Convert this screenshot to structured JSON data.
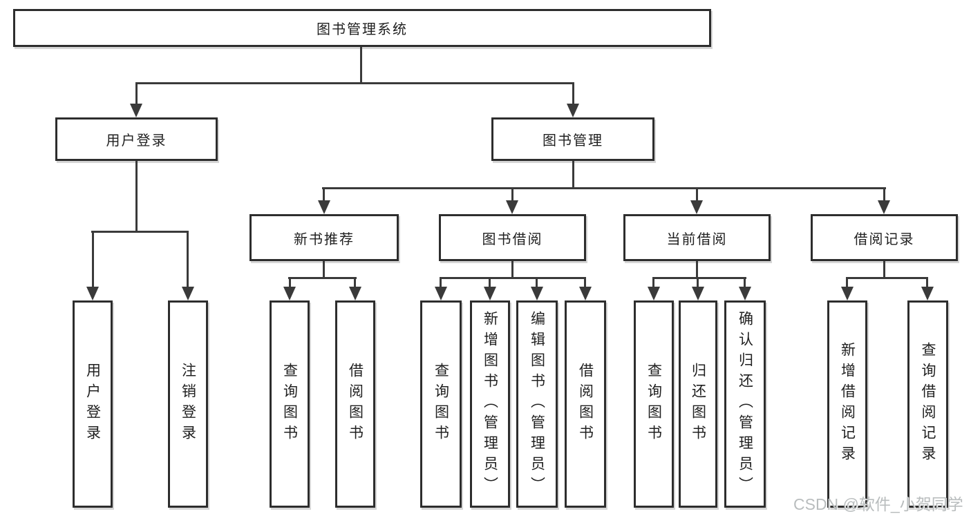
{
  "tree": {
    "label": "图书管理系统",
    "children": [
      {
        "label": "用户登录",
        "children": [
          {
            "label": "用户登录"
          },
          {
            "label": "注销登录"
          }
        ]
      },
      {
        "label": "图书管理",
        "children": [
          {
            "label": "新书推荐",
            "children": [
              {
                "label": "查询图书"
              },
              {
                "label": "借阅图书"
              }
            ]
          },
          {
            "label": "图书借阅",
            "children": [
              {
                "label": "查询图书"
              },
              {
                "label": "新增图书（管理员）"
              },
              {
                "label": "编辑图书（管理员）"
              },
              {
                "label": "借阅图书"
              }
            ]
          },
          {
            "label": "当前借阅",
            "children": [
              {
                "label": "查询图书"
              },
              {
                "label": "归还图书"
              },
              {
                "label": "确认归还（管理员）"
              }
            ]
          },
          {
            "label": "借阅记录",
            "children": [
              {
                "label": "新增借阅记录"
              },
              {
                "label": "查询借阅记录"
              }
            ]
          }
        ]
      }
    ]
  },
  "watermark": {
    "text": "CSDN @软件_小贺同学"
  },
  "colors": {
    "line": "#3a3a3a",
    "box_border": "#2d2d2d",
    "box_fill": "#ffffff",
    "text": "#1f1f1f",
    "watermark": "#b9bdbe"
  }
}
